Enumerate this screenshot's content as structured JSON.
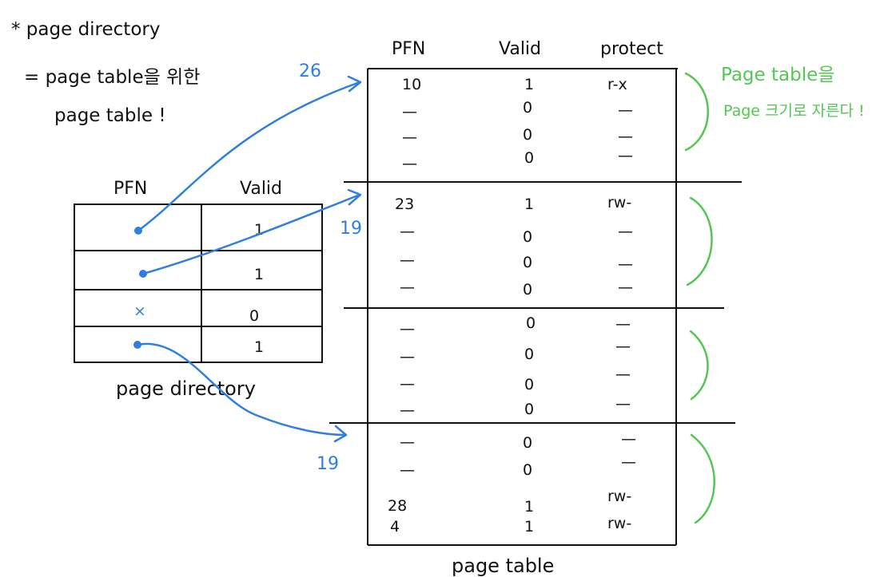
{
  "notes": {
    "line1": "* page directory",
    "line2": "= page table을 위한",
    "line3": "page table !"
  },
  "directory": {
    "headers": [
      "PFN",
      "Valid"
    ],
    "rows": [
      {
        "pfn": "•",
        "valid": "1"
      },
      {
        "pfn": "•",
        "valid": "1"
      },
      {
        "pfn": "×",
        "valid": "0"
      },
      {
        "pfn": "•",
        "valid": "1"
      }
    ],
    "caption": "page directory"
  },
  "page_table": {
    "headers": [
      "PFN",
      "Valid",
      "protect"
    ],
    "groups": [
      {
        "rows": [
          {
            "pfn": "10",
            "valid": "1",
            "protect": "r-x"
          },
          {
            "pfn": "—",
            "valid": "0",
            "protect": "—"
          },
          {
            "pfn": "—",
            "valid": "0",
            "protect": "—"
          },
          {
            "pfn": "—",
            "valid": "0",
            "protect": "—"
          }
        ]
      },
      {
        "rows": [
          {
            "pfn": "23",
            "valid": "1",
            "protect": "rw-"
          },
          {
            "pfn": "—",
            "valid": "0",
            "protect": "—"
          },
          {
            "pfn": "—",
            "valid": "0",
            "protect": "—"
          },
          {
            "pfn": "—",
            "valid": "0",
            "protect": "—"
          }
        ]
      },
      {
        "rows": [
          {
            "pfn": "—",
            "valid": "0",
            "protect": "—"
          },
          {
            "pfn": "—",
            "valid": "0",
            "protect": "—"
          },
          {
            "pfn": "—",
            "valid": "0",
            "protect": "—"
          },
          {
            "pfn": "—",
            "valid": "0",
            "protect": "—"
          }
        ]
      },
      {
        "rows": [
          {
            "pfn": "—",
            "valid": "0",
            "protect": "—"
          },
          {
            "pfn": "—",
            "valid": "0",
            "protect": "—"
          },
          {
            "pfn": "28",
            "valid": "1",
            "protect": "rw-"
          },
          {
            "pfn": "4",
            "valid": "1",
            "protect": "rw-"
          }
        ]
      }
    ],
    "caption": "page table"
  },
  "arrow_labels": [
    "26",
    "19",
    "19"
  ],
  "side_note": {
    "line1": "Page table을",
    "line2": "Page 크기로 자른다 !"
  },
  "colors": {
    "ink": "#111111",
    "blue": "#2f7fe0",
    "green": "#55c653"
  }
}
